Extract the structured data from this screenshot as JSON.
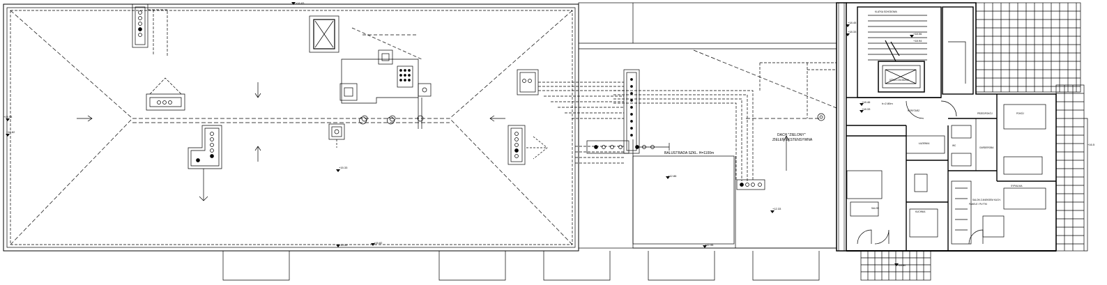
{
  "plan": {
    "elevations": {
      "top_ridge": "+16.83",
      "left_edge": "+15.98",
      "left_lower": "+10.82",
      "center_mid": "+15.33",
      "bottom_ridge_a": "+15.59",
      "bottom_ridge_b": "+15.82",
      "terrace_a": "+12.86",
      "terrace_b": "+12.33",
      "terrace_bottom": "+12.95",
      "stair_a": "+18.45",
      "stair_b": "+18.33",
      "stair_c": "+18.06",
      "stair_d": "+18.94",
      "hall_a": "+18.46",
      "hall_b": "+18.33",
      "balcony": "+18.80",
      "right_edge": "+16.5"
    },
    "labels": {
      "balustrade": "BALUSTRADA SZKL. H=1100m",
      "green_roof_1": "DACH \"ZIELONY\"",
      "green_roof_2": "ZIELEŃ EKSTENSYWNA",
      "room_height": "h=2.80m",
      "elevator": "DŹWIG OSOBOWY",
      "shaft": "KLATKA SCHODOWA",
      "corridor": "KORYTARZ",
      "bathroom": "ŁAZIENKA",
      "wc": "WC",
      "room": "POKÓJ",
      "bedroom": "SYPIALNIA",
      "kitchen": "KUCHNIA",
      "living": "SALON",
      "living_kitchen": "SALON Z ANEKSEM KUCH.",
      "hall": "PRZEDPOKÓJ",
      "wardrobe": "GARDEROBA",
      "floor_spec": "PANELE / PŁYTKI"
    }
  }
}
